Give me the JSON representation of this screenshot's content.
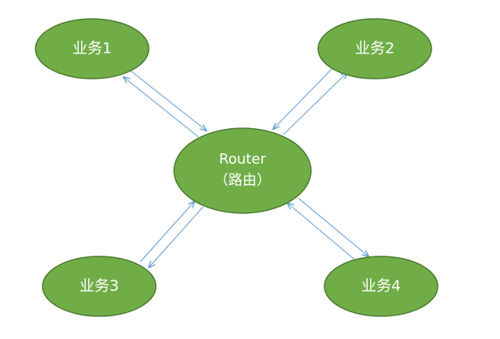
{
  "colors": {
    "node_fill": "#70ad47",
    "node_stroke": "#4a7a2e",
    "arrow": "#5b9bd5",
    "text": "#ffffff"
  },
  "nodes": {
    "router": {
      "line1": "Router",
      "line2": "（路由）"
    },
    "service1": {
      "label": "业务1"
    },
    "service2": {
      "label": "业务2"
    },
    "service3": {
      "label": "业务3"
    },
    "service4": {
      "label": "业务4"
    }
  },
  "edges": [
    {
      "from": "service1",
      "to": "router",
      "bidirectional": true
    },
    {
      "from": "service2",
      "to": "router",
      "bidirectional": true
    },
    {
      "from": "service3",
      "to": "router",
      "bidirectional": true
    },
    {
      "from": "service4",
      "to": "router",
      "bidirectional": true
    }
  ]
}
